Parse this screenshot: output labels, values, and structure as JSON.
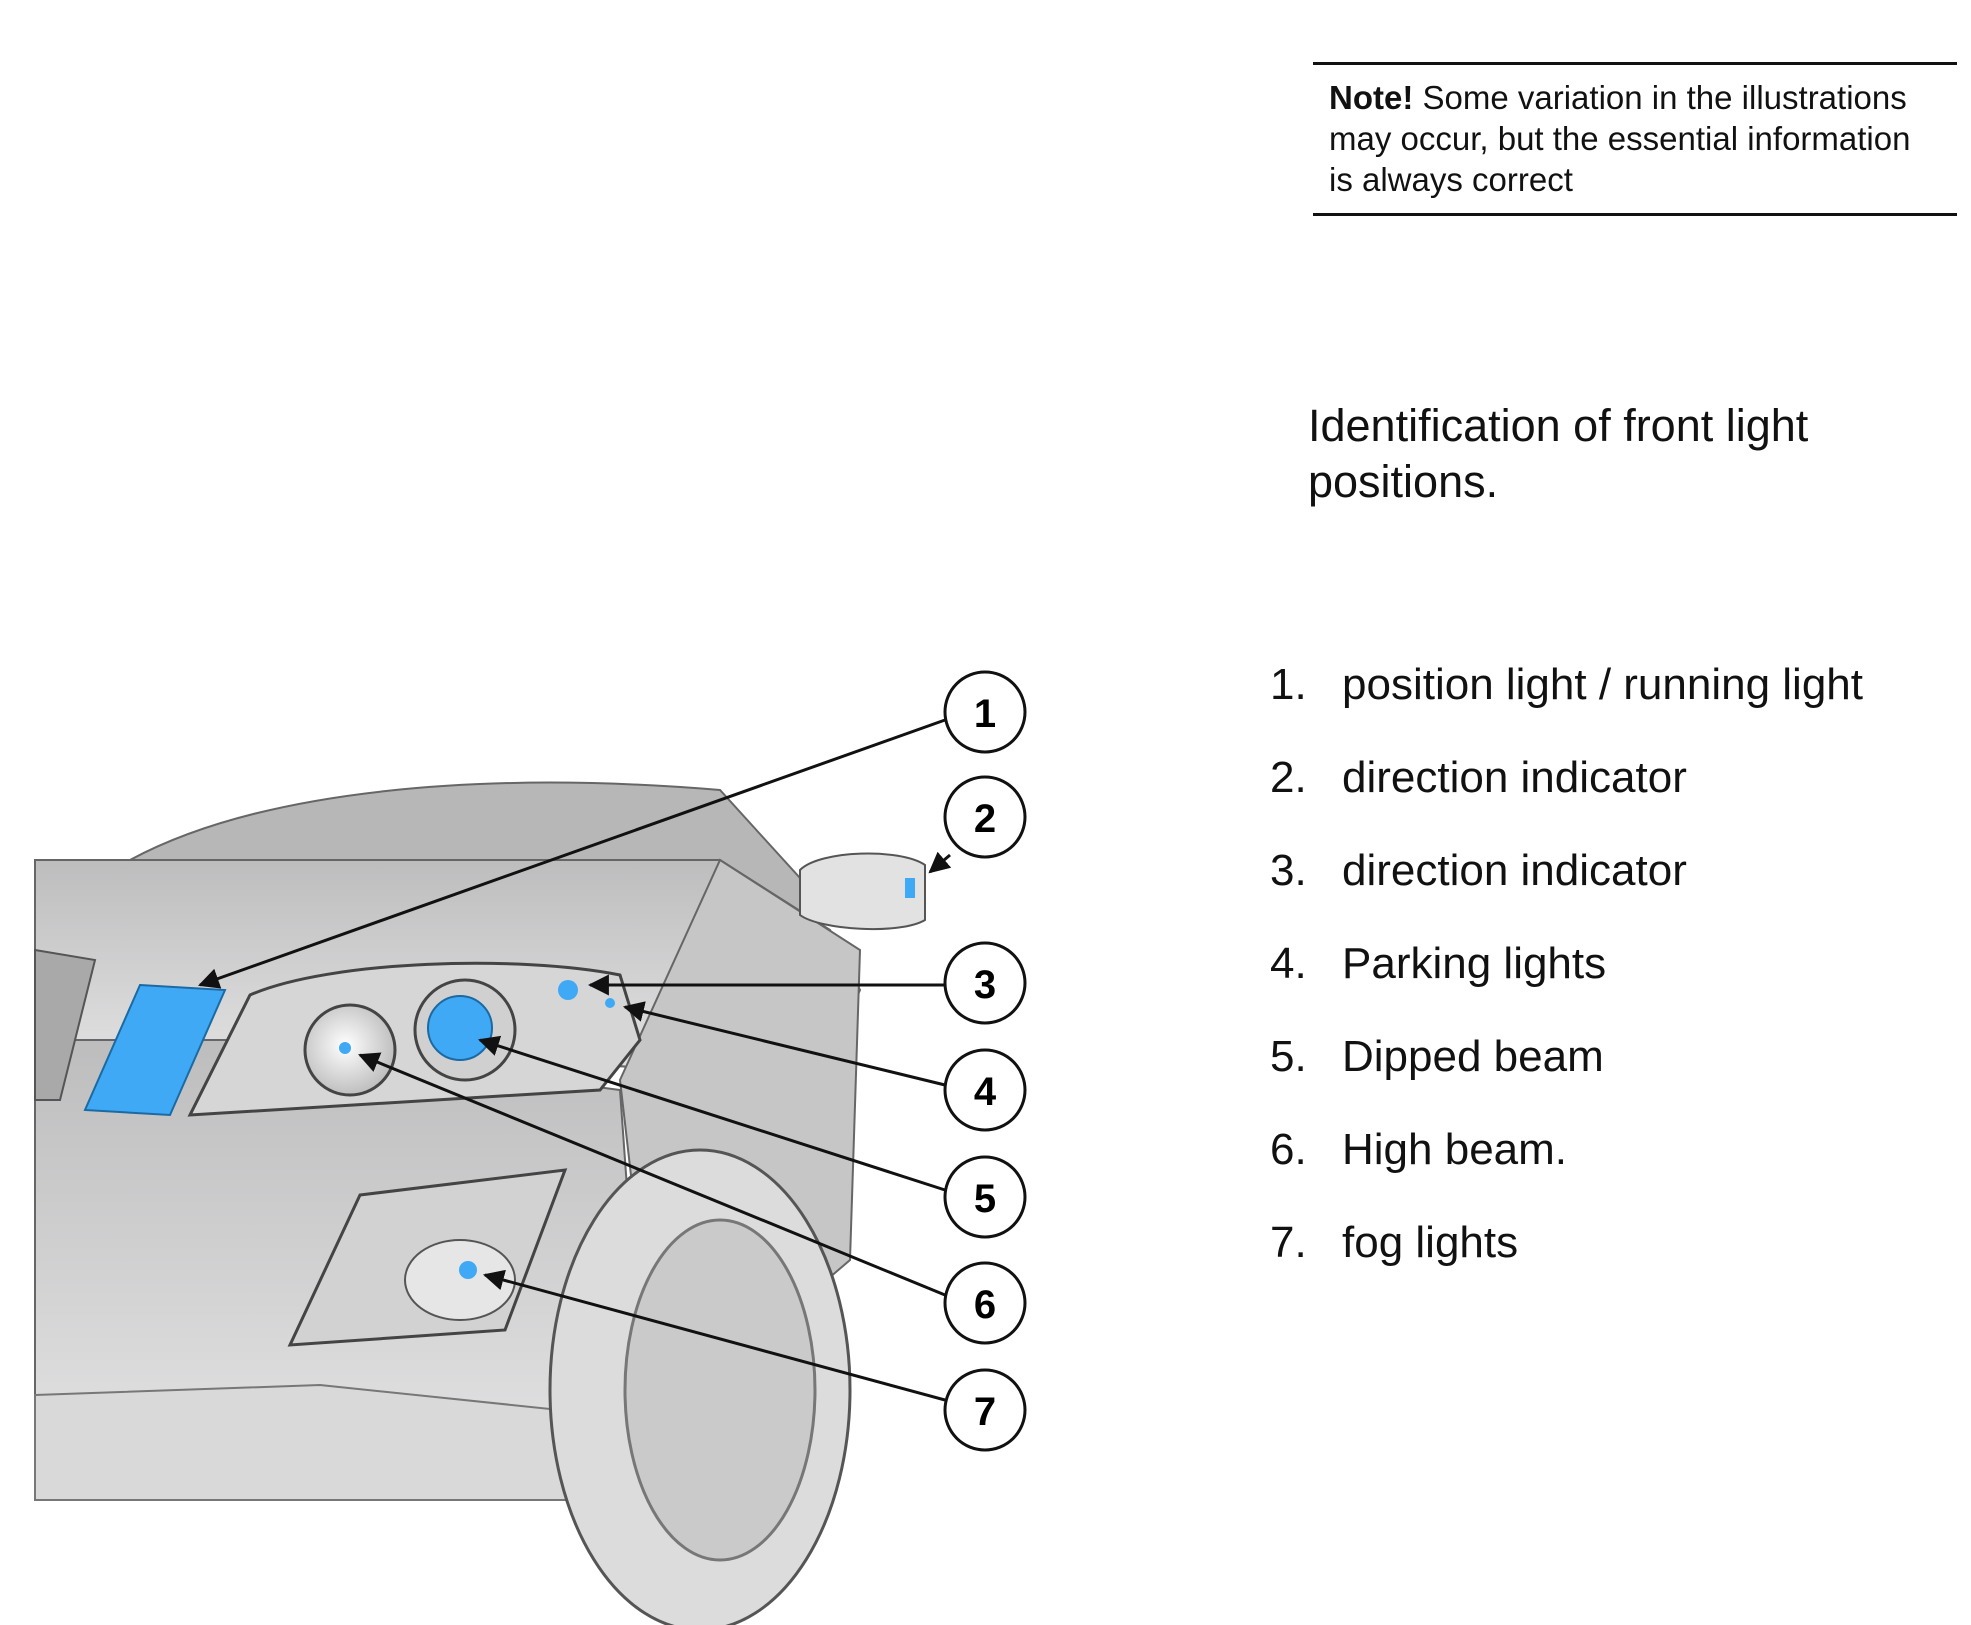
{
  "note": {
    "label": "Note!",
    "text": "Some variation in the illustrations may occur, but the essential information is always correct"
  },
  "heading": "Identification of front light positions.",
  "legend": [
    {
      "number": "1.",
      "text": "position light / running light"
    },
    {
      "number": "2.",
      "text": "direction indicator"
    },
    {
      "number": "3.",
      "text": "direction indicator"
    },
    {
      "number": "4.",
      "text": "Parking lights"
    },
    {
      "number": "5.",
      "text": "Dipped beam"
    },
    {
      "number": "6.",
      "text": "High beam."
    },
    {
      "number": "7.",
      "text": "fog lights"
    }
  ],
  "callouts": [
    "1",
    "2",
    "3",
    "4",
    "5",
    "6",
    "7"
  ],
  "colors": {
    "highlight": "#3fa9f5",
    "car_body": "#cfcfd0",
    "outline": "#555555",
    "text": "#111111"
  }
}
